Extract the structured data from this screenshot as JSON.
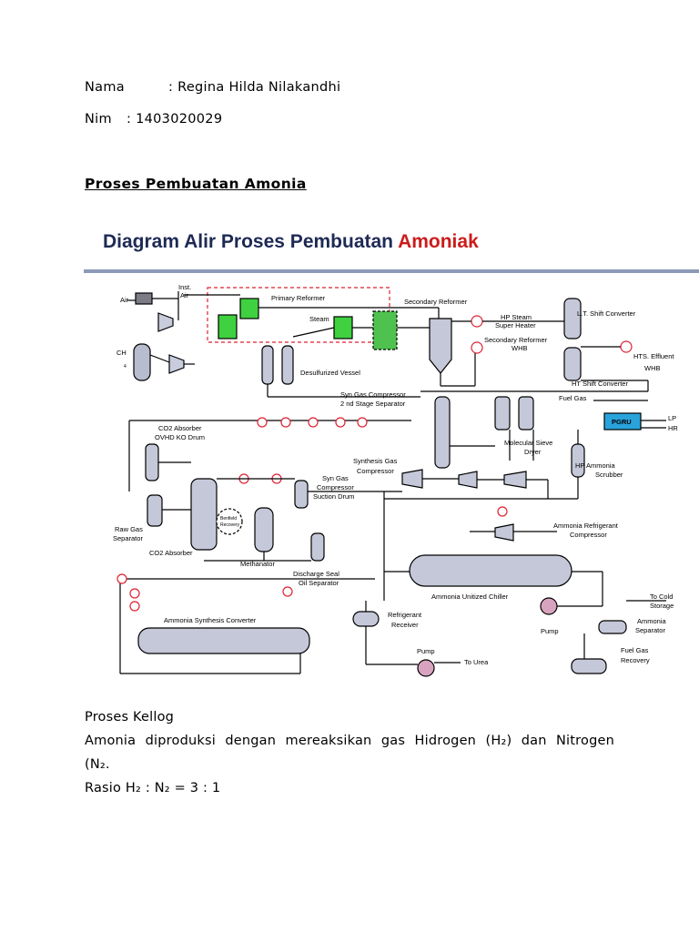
{
  "header": {
    "name_label": "Nama",
    "name_value": ": Regina Hilda Nilakandhi",
    "nim_label": "Nim",
    "nim_value": ": 1403020029"
  },
  "heading": "Proses Pembuatan Amonia",
  "diagram": {
    "title_main": "Diagram Alir Proses Pembuatan ",
    "title_accent": "Amoniak",
    "labels": {
      "air": "Air",
      "inst_air": "Inst.",
      "inst_air2": "Air",
      "primary_reformer": "Primary Reformer",
      "secondary_reformer": "Secondary Reformer",
      "steam": "Steam",
      "ch4": "CH",
      "ch4_sub": "4",
      "desulf": "Desulfurized Vessel",
      "hp_steam": "HP Steam",
      "super_heater": "Super Heater",
      "sec_ref_whb": "Secondary Reformer",
      "whb": "WHB",
      "lt_shift": "L.T. Shift Converter",
      "hts_effluent": "HTS. Effluent",
      "whb2": "WHB",
      "ht_shift": "HT Shift Converter",
      "fuel_gas": "Fuel Gas",
      "pgru": "PGRU",
      "lp": "LP",
      "hr": "HR",
      "syn_gas_comp_2nd": "Syn Gas Compressor",
      "stage_sep": "2 nd Stage Separator",
      "co2_absorber_top": "CO2 Absorber",
      "ovhd_ko": "OVHD KO Drum",
      "mol_sieve": "Molecular Sieve",
      "dryer": "Dryer",
      "hp_ammonia": "HP Ammonia",
      "scrubber": "Scrubber",
      "synth_gas_comp": "Synthesis Gas",
      "compressor": "Compressor",
      "syn_gas": "Syn Gas",
      "compressor2": "Compressor",
      "suction_drum": "Suction Drum",
      "raw_gas": "Raw Gas",
      "separator": "Separator",
      "co2_absorber": "CO2 Absorber",
      "benfield": "Benfield",
      "recovery": "Recovery",
      "methanator": "Methanator",
      "discharge_seal": "Discharge Seal",
      "oil_separator": "Oil Separator",
      "ammonia_refrig": "Ammonia Refrigerant",
      "compressor3": "Compressor",
      "ammonia_chiller": "Ammonia Unitized Chiller",
      "to_cold": "To Cold",
      "storage": "Storage",
      "ammonia_synth_conv": "Ammonia Synthesis Converter",
      "refrigerant": "Refrigerant",
      "receiver": "Receiver",
      "pump": "Pump",
      "ammonia_sep": "Ammonia",
      "separator2": "Separator",
      "pump2": "Pump",
      "to_urea": "To Urea",
      "fuel_gas2": "Fuel Gas",
      "recovery2": "Recovery"
    }
  },
  "section_title": "Proses Kellog",
  "paragraph": "Amonia diproduksi dengan mereaksikan gas Hidrogen (H₂) dan Nitrogen",
  "paragraph_cont": "(N₂.",
  "ratio": "Rasio H₂ : N₂ = 3 : 1"
}
